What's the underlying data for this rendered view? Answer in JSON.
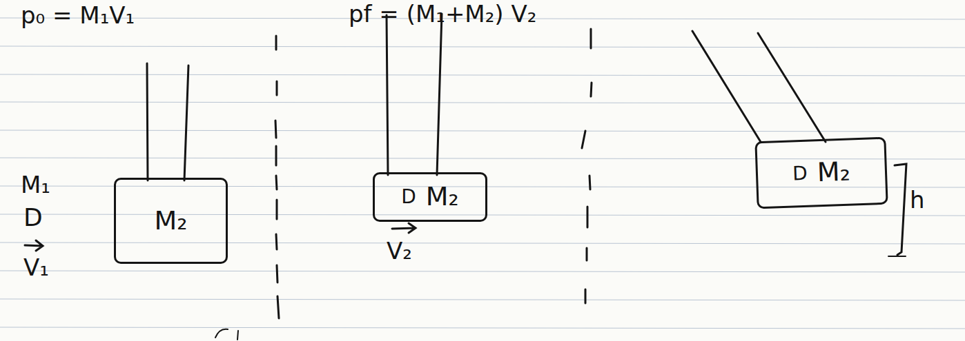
{
  "diagram": {
    "nodes": [
      {
        "text": [
          "M₂"
        ]
      },
      {
        "text": [
          "D",
          "M₂"
        ]
      },
      {
        "text": [
          "D",
          "M₂"
        ]
      }
    ],
    "labels": [
      "p₀ = M₁V₁",
      "pf = (M₁+M₂) V₂",
      "M₁",
      "D",
      "V₁",
      "V₂",
      "h"
    ]
  }
}
